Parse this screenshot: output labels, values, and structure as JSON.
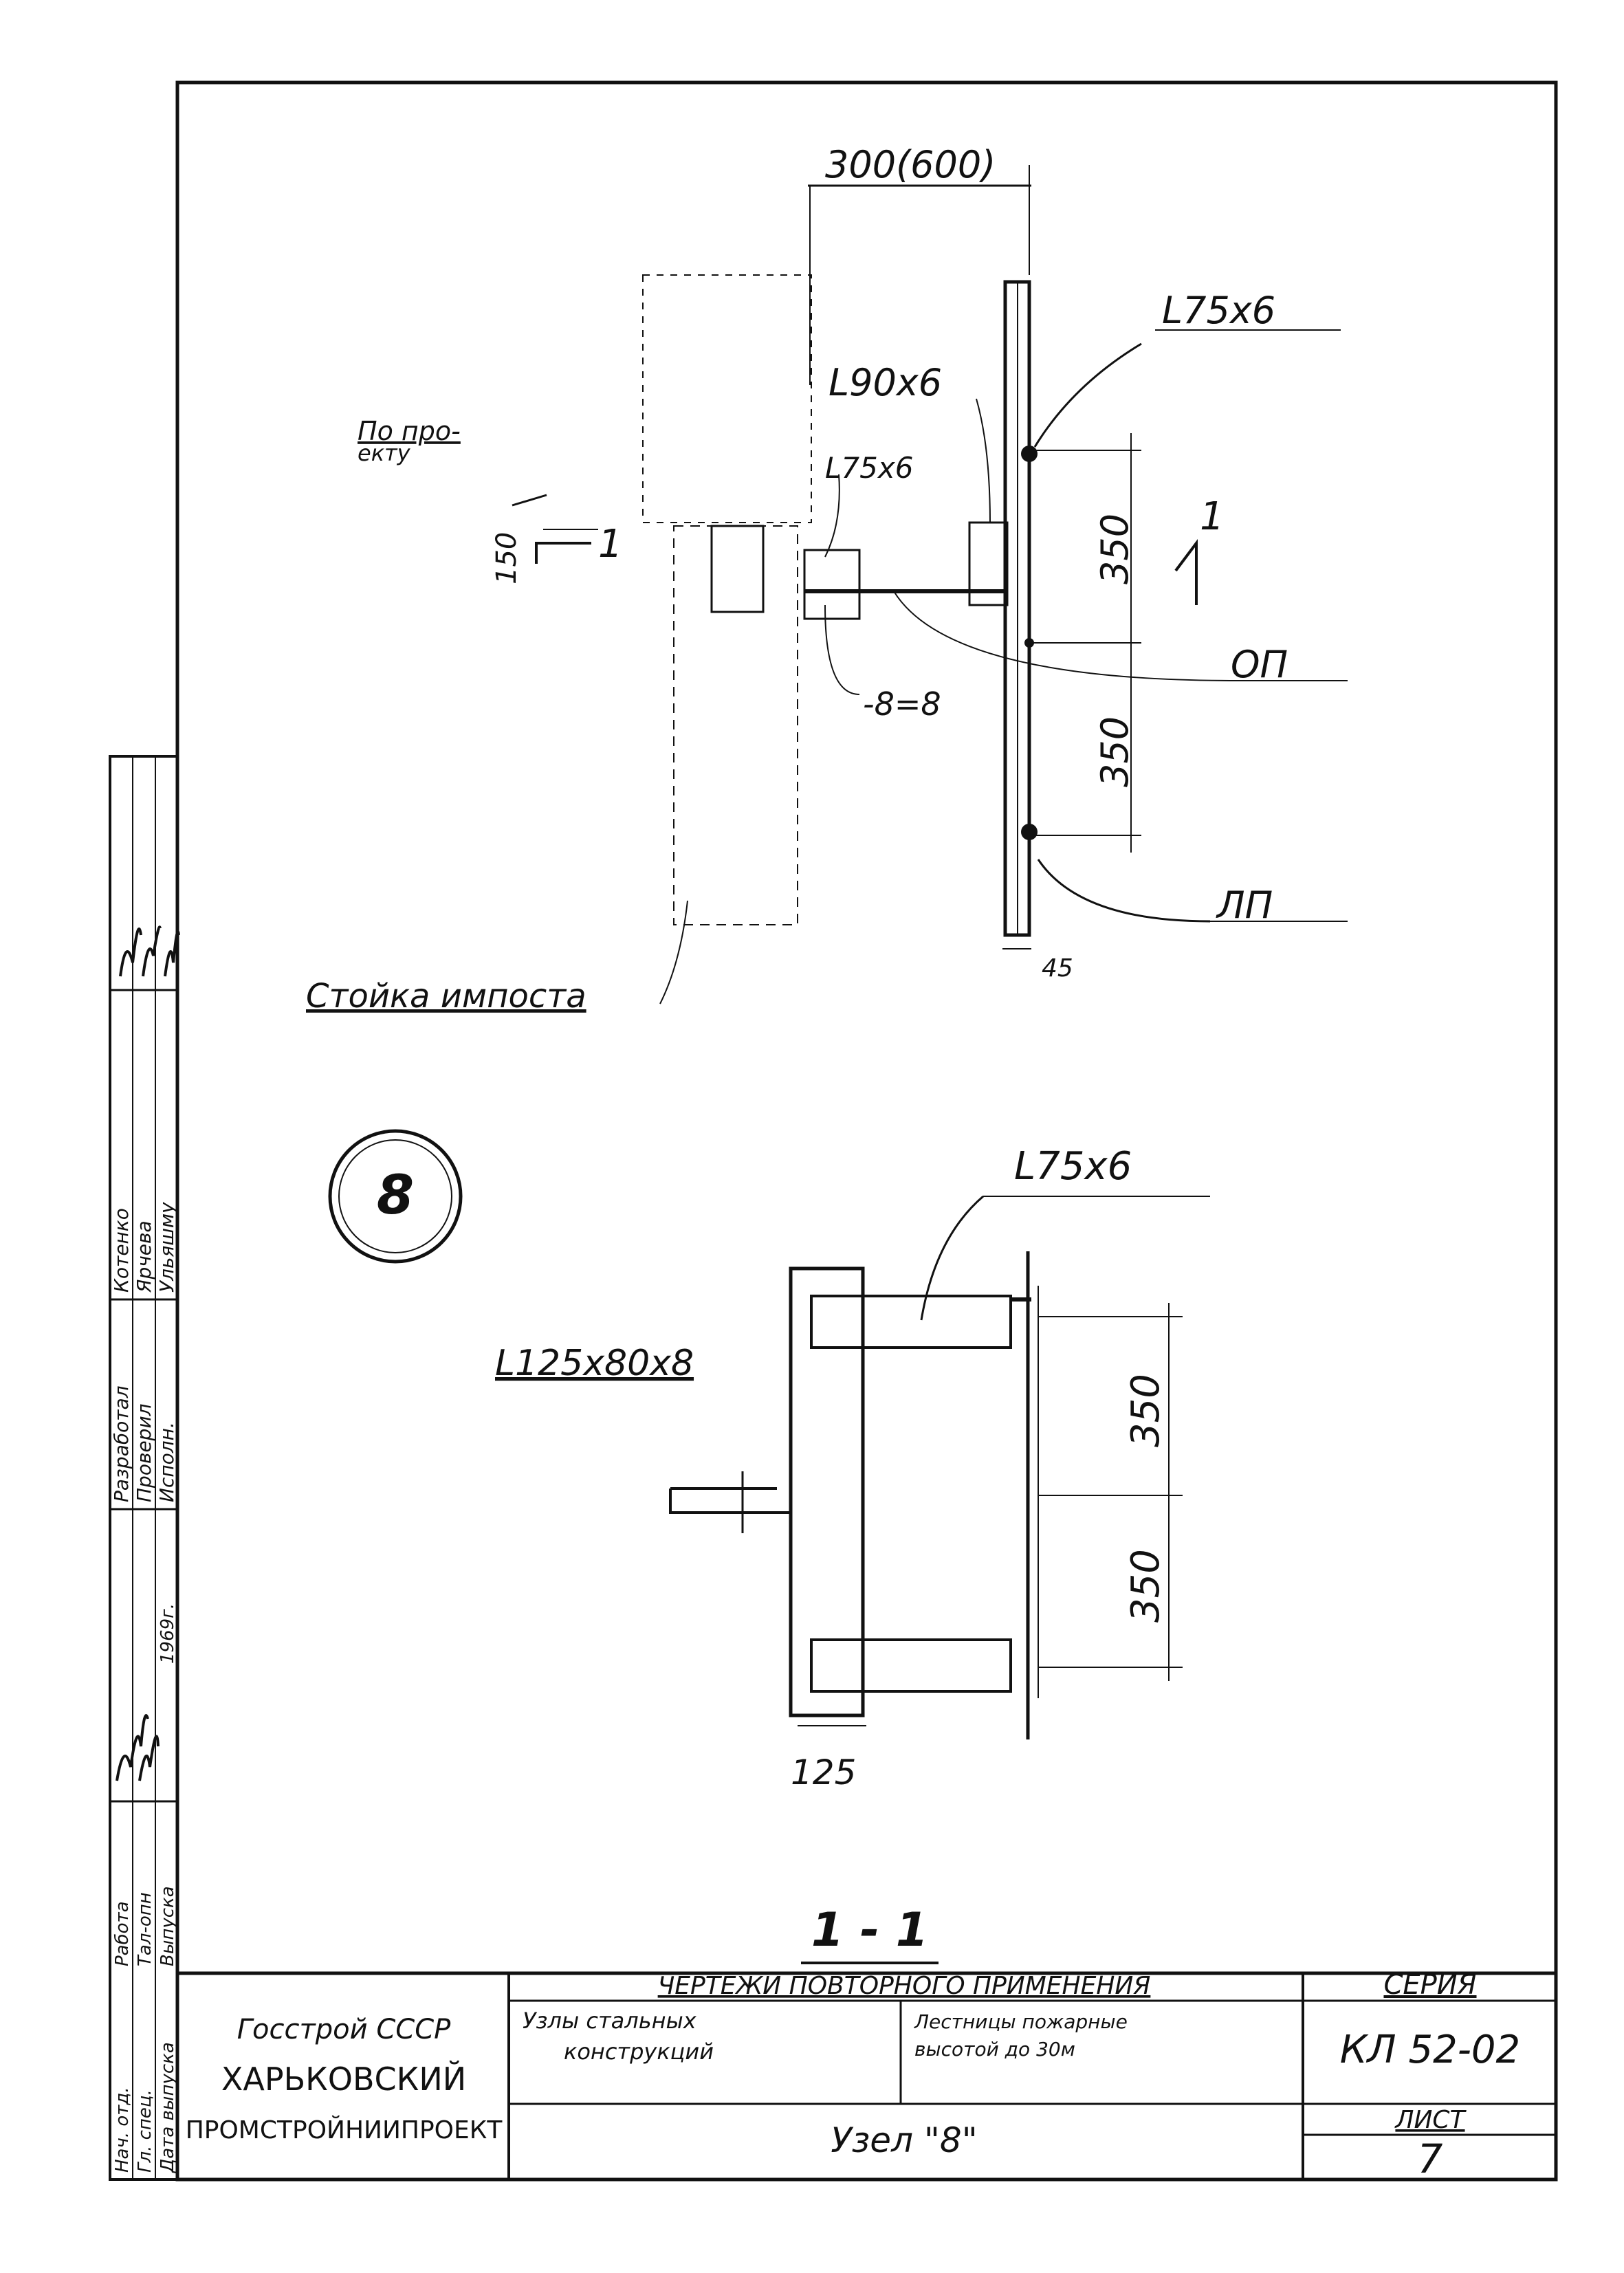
{
  "drawing": {
    "dim_top": "300(600)",
    "angle_l75x6_top": "L75x6",
    "angle_l90x6": "L90x6",
    "by_project_line1": "По про-",
    "by_project_line2": "екту",
    "angle_l75x6_mid": "L75x6",
    "dim_150": "150",
    "section_mark_left": "1",
    "section_mark_right": "1",
    "dim_350_upper": "350",
    "plate_label": "-8=8",
    "label_op": "ОП",
    "dim_350_lower": "350",
    "label_lp": "ЛП",
    "dim_45": "45",
    "post_label": "Стойка импоста",
    "node_number": "8",
    "angle_l75x6_section": "L75x6",
    "angle_l125": "L125x80x8",
    "sec_dim_350_upper": "350",
    "sec_dim_350_lower": "350",
    "dim_125": "125",
    "section_title": "1 - 1"
  },
  "title_block": {
    "org_line1": "Госстрой СССР",
    "org_line2": "ХАРЬКОВСКИЙ",
    "org_line3": "ПРОМСТРОЙНИИПРОЕКТ",
    "header": "ЧЕРТЕЖИ ПОВТОРНОГО ПРИМЕНЕНИЯ",
    "subject_line1": "Узлы стальных",
    "subject_line2": "конструкций",
    "object_line1": "Лестницы пожарные",
    "object_line2": "высотой до 30м",
    "node_title": "Узел \"8\"",
    "series_label": "СЕРИЯ",
    "series_value": "КЛ 52-02",
    "sheet_label": "ЛИСТ",
    "sheet_value": "7"
  },
  "side_stamp": {
    "col1": [
      "Нач. отд.",
      "Гл. спец.",
      "Дата выпуска"
    ],
    "col2": [
      "Работа",
      "Тал-опн",
      "Выпуска"
    ],
    "col4": [
      "Разработал",
      "Проверил",
      "Исполн."
    ],
    "col5": [
      "Котенко",
      "Ярчева",
      "Ульяшму"
    ],
    "year": "1969г."
  },
  "colors": {
    "ink": "#111111",
    "paper": "#ffffff"
  }
}
